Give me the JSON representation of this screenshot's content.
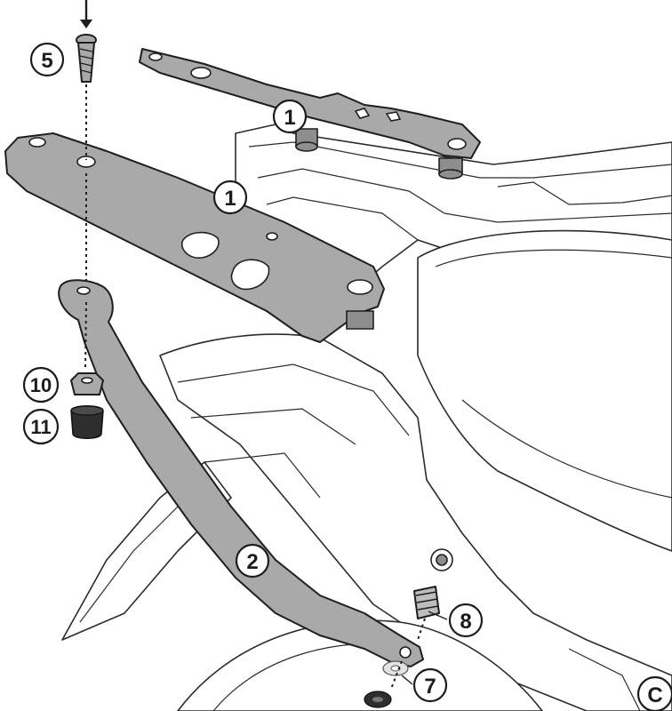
{
  "diagram": {
    "callouts": [
      {
        "id": "callout-5",
        "label": "5"
      },
      {
        "id": "callout-1-rear",
        "label": "1"
      },
      {
        "id": "callout-1-front",
        "label": "1"
      },
      {
        "id": "callout-10",
        "label": "10"
      },
      {
        "id": "callout-11",
        "label": "11"
      },
      {
        "id": "callout-2",
        "label": "2"
      },
      {
        "id": "callout-8",
        "label": "8"
      },
      {
        "id": "callout-7",
        "label": "7"
      },
      {
        "id": "callout-c",
        "label": "C"
      }
    ],
    "colors": {
      "part_fill": "#a9a9a9",
      "line": "#1e1e1e",
      "background": "#ffffff"
    }
  }
}
